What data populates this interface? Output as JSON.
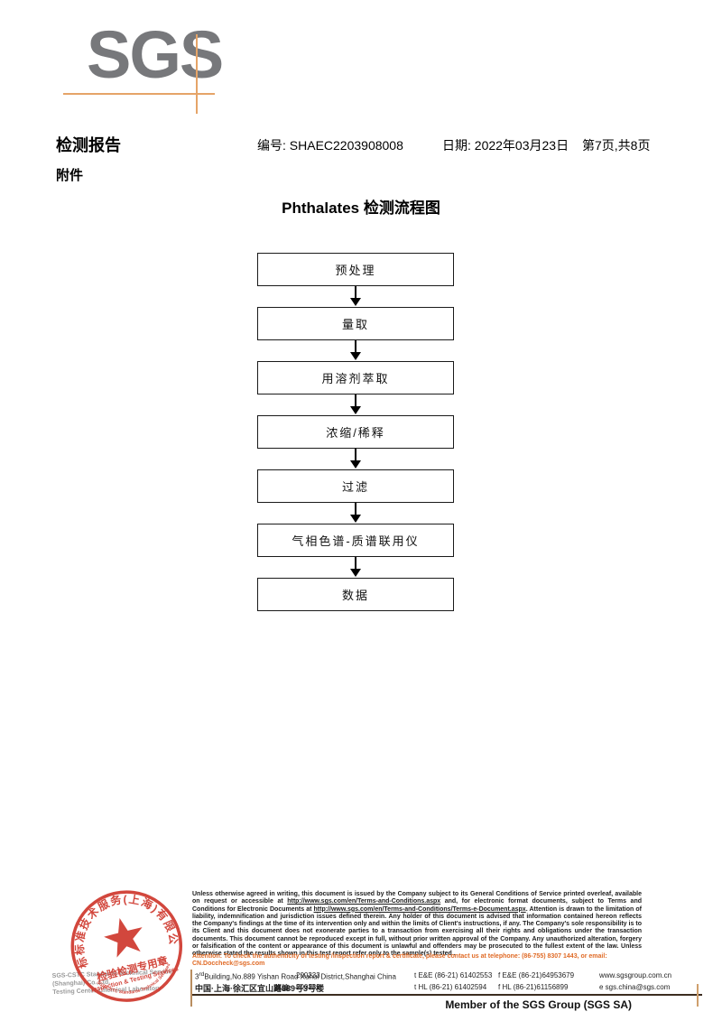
{
  "logo": {
    "text": "SGS"
  },
  "header": {
    "doc_title": "检测报告",
    "report_no": "编号: SHAEC2203908008",
    "date": "日期: 2022年03月23日",
    "page_info": "第7页,共8页",
    "attachment": "附件"
  },
  "flow": {
    "title": "Phthalates 检测流程图",
    "steps": [
      "预处理",
      "量取",
      "用溶剂萃取",
      "浓缩/稀释",
      "过滤",
      "气相色谱-质谱联用仪",
      "数据"
    ]
  },
  "seal": {
    "company_cn_arc": "通标标准技术服务(上海)有限公司",
    "stamp_type_cn": "检验检测专用章",
    "stamp_type_en": "Inspection & Testing Services",
    "company_en_arc": "SGS-CSTC Standards Technical Services",
    "gray_line1": "SGS-CSTC Standards Technical Services (Shanghai) Co.,Ltd.",
    "gray_line2": "Testing Center-Chemical Laboratory"
  },
  "footer": {
    "disclaimer_part1": "Unless otherwise agreed in writing, this document is issued by the Company subject to its General Conditions of Service printed overleaf, available on request or accessible at ",
    "disclaimer_url1": "http://www.sgs.com/en/Terms-and-Conditions.aspx",
    "disclaimer_part2": " and, for electronic format documents, subject to Terms and Conditions for Electronic Documents at ",
    "disclaimer_url2": "http://www.sgs.com/en/Terms-and-Conditions/Terms-e-Document.aspx",
    "disclaimer_part3": ". Attention is drawn to the limitation of liability, indemnification and jurisdiction issues defined therein. Any holder of this document is advised that information contained hereon reflects the Company's findings at the time of its intervention only and within the limits of Client's instructions, if any. The Company's sole responsibility is to its Client and this document does not exonerate parties to a transaction from exercising all their rights and obligations under the transaction documents. This document cannot be reproduced except in full, without prior written approval of the Company. Any unauthorized alteration, forgery or falsification of the content or appearance of this document is unlawful and offenders may be prosecuted to the fullest extent of the law. Unless otherwise stated the results shown in this test report refer only to the sample(s) tested .",
    "attention": "Attention: To check the authenticity of testing /inspection report & certificate, please contact us at telephone: (86-755) 8307 1443, or email: CN.Doccheck@sgs.com",
    "address_en_num": "3",
    "address_en_sup": "rd",
    "address_en_rest": "Building,No.889 Yishan Road Xuhui District,Shanghai China",
    "address_en_post": "200233",
    "tel_en": "t E&E (86-21) 61402553",
    "fax_en": "f E&E (86-21)64953679",
    "web": "www.sgsgroup.com.cn",
    "address_cn": "中国·上海·徐汇区宜山路889号3号楼",
    "address_cn_post_label": "邮编:",
    "address_cn_post": "200233",
    "tel_cn": "t HL (86-21) 61402594",
    "fax_cn": "f HL (86-21)61156899",
    "email": "e  sgs.china@sgs.com",
    "member": "Member of the SGS Group (SGS SA)"
  }
}
